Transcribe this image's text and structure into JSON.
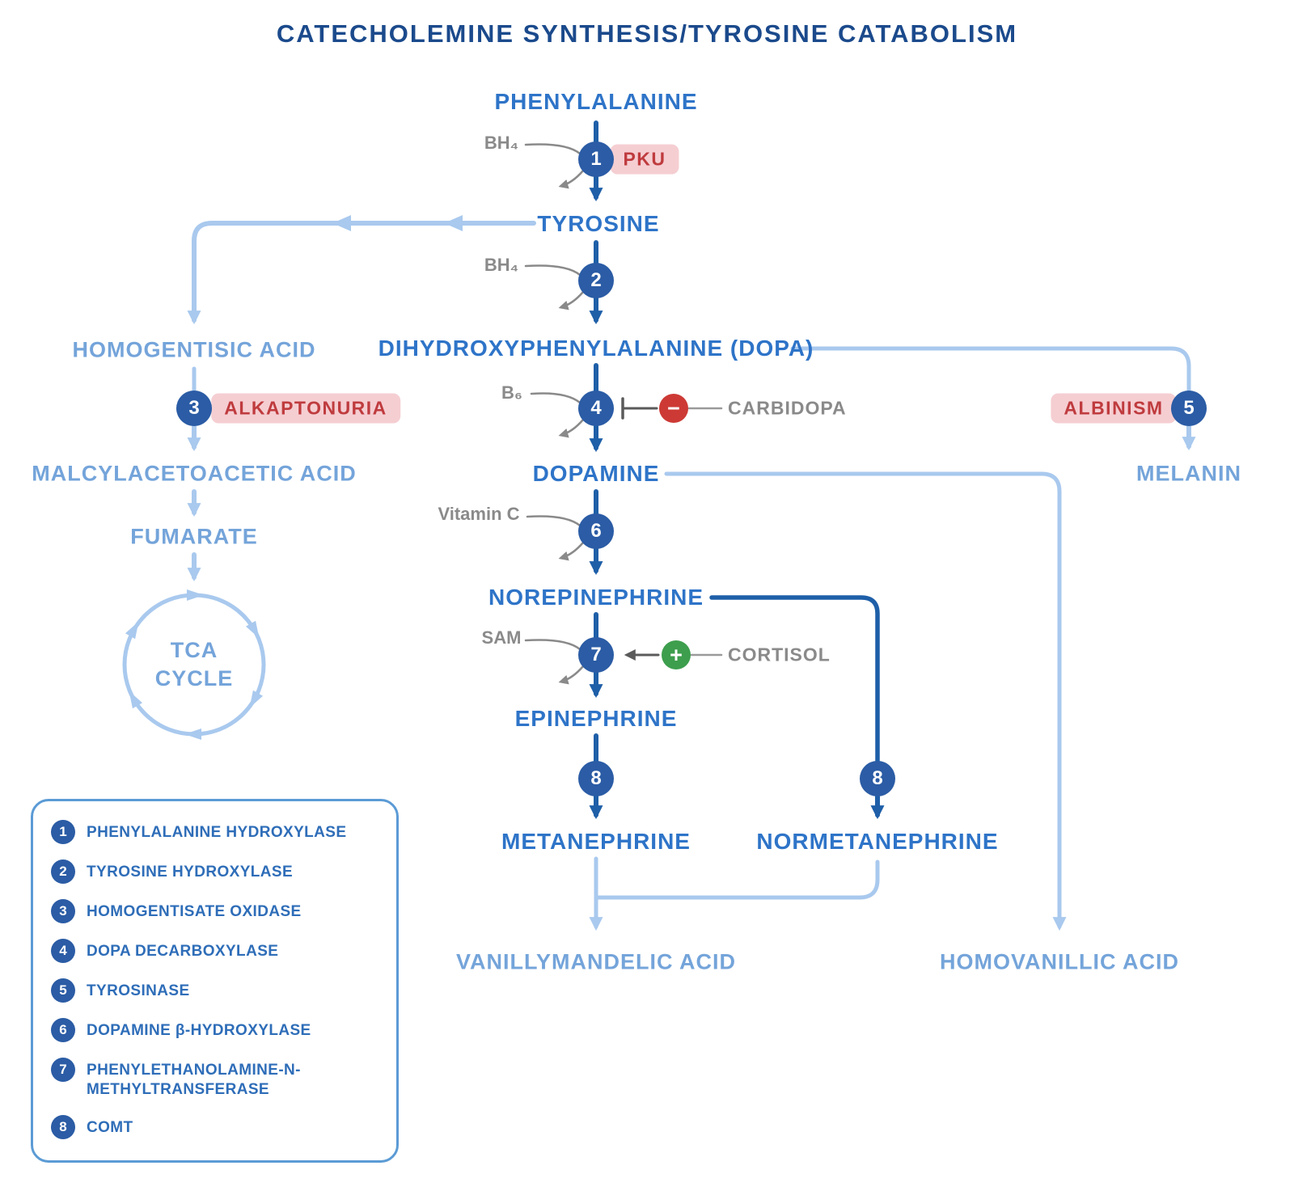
{
  "title": "CATECHOLEMINE SYNTHESIS/TYROSINE CATABOLISM",
  "colors": {
    "title_text": "#1b4a8c",
    "metabolite_strong": "#2e74c8",
    "metabolite_light": "#74a4da",
    "arrow_dark": "#1e5fa8",
    "arrow_light": "#a9c9ee",
    "enzyme_circle": "#2b5ca5",
    "disease_badge_bg": "#f5ced2",
    "disease_badge_text": "#bf3b3e",
    "inhibitor_circle": "#cd3a35",
    "stimulator_circle": "#3d9e4d",
    "cofactor_text": "#8a8a8a"
  },
  "pathway": {
    "phenylalanine": "PHENYLALANINE",
    "tyrosine": "TYROSINE",
    "dopa": "DIHYDROXYPHENYLALANINE (DOPA)",
    "dopamine": "DOPAMINE",
    "norepinephrine": "NOREPINEPHRINE",
    "epinephrine": "EPINEPHRINE",
    "metanephrine": "METANEPHRINE",
    "normetanephrine": "NORMETANEPHRINE",
    "vanillymandelic_acid": "VANILLYMANDELIC ACID",
    "homovanillic_acid": "HOMOVANILLIC ACID",
    "homogentisic_acid": "HOMOGENTISIC ACID",
    "malcylacetoacetic_acid": "MALCYLACETOACETIC ACID",
    "fumarate": "FUMARATE",
    "melanin": "MELANIN",
    "tca_cycle": "TCA\nCYCLE"
  },
  "cofactors": {
    "bh4_step1": "BH₄",
    "bh4_step2": "BH₄",
    "b6_step4": "B₆",
    "vitamin_c_step6": "Vitamin C",
    "sam_step7": "SAM"
  },
  "diseases": {
    "pku": "PKU",
    "alkaptonuria": "ALKAPTONURIA",
    "albinism": "ALBINISM"
  },
  "modulators": {
    "carbidopa": {
      "label": "CARBIDOPA",
      "symbol": "−"
    },
    "cortisol": {
      "label": "CORTISOL",
      "symbol": "+"
    }
  },
  "enzyme_circles": {
    "c1": "1",
    "c2": "2",
    "c3": "3",
    "c4": "4",
    "c5": "5",
    "c6": "6",
    "c7": "7",
    "c8a": "8",
    "c8b": "8"
  },
  "legend": {
    "items": [
      {
        "num": "1",
        "label": "PHENYLALANINE HYDROXYLASE"
      },
      {
        "num": "2",
        "label": "TYROSINE HYDROXYLASE"
      },
      {
        "num": "3",
        "label": "HOMOGENTISATE OXIDASE"
      },
      {
        "num": "4",
        "label": "DOPA DECARBOXYLASE"
      },
      {
        "num": "5",
        "label": "TYROSINASE"
      },
      {
        "num": "6",
        "label": "DOPAMINE β-HYDROXYLASE"
      },
      {
        "num": "7",
        "label": "PHENYLETHANOLAMINE-N-\nMETHYLTRANSFERASE"
      },
      {
        "num": "8",
        "label": "COMT"
      }
    ]
  }
}
